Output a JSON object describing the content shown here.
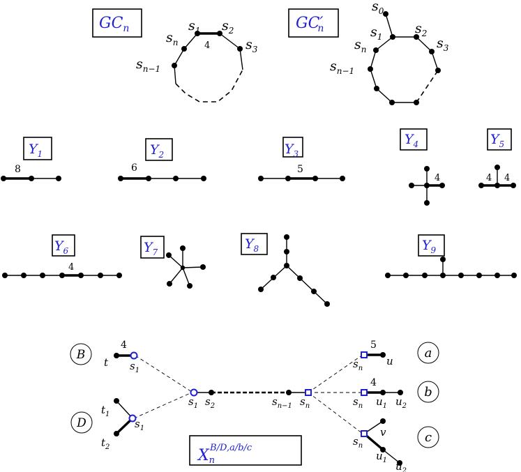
{
  "gc": {
    "base": "GC",
    "sub": "n",
    "prime": "′"
  },
  "y_labels": {
    "y": "Y",
    "y1": "1",
    "y2": "2",
    "y3": "3",
    "y4": "4",
    "y5": "5",
    "y6": "6",
    "y7": "7",
    "y8": "8",
    "y9": "9"
  },
  "nodes": {
    "s": "s",
    "t": "t",
    "u": "u",
    "v": "v",
    "one": "1",
    "two": "2",
    "three": "3",
    "zero": "0",
    "n": "n",
    "nm1": "n−1"
  },
  "weights": {
    "w4": "4",
    "w5": "5",
    "w6": "6",
    "w8": "8"
  },
  "letters": {
    "B": "B",
    "D": "D",
    "a": "a",
    "b": "b",
    "c": "c"
  },
  "x_label": {
    "base": "X",
    "sub": "n",
    "sup": "B/D,a/b/c"
  }
}
